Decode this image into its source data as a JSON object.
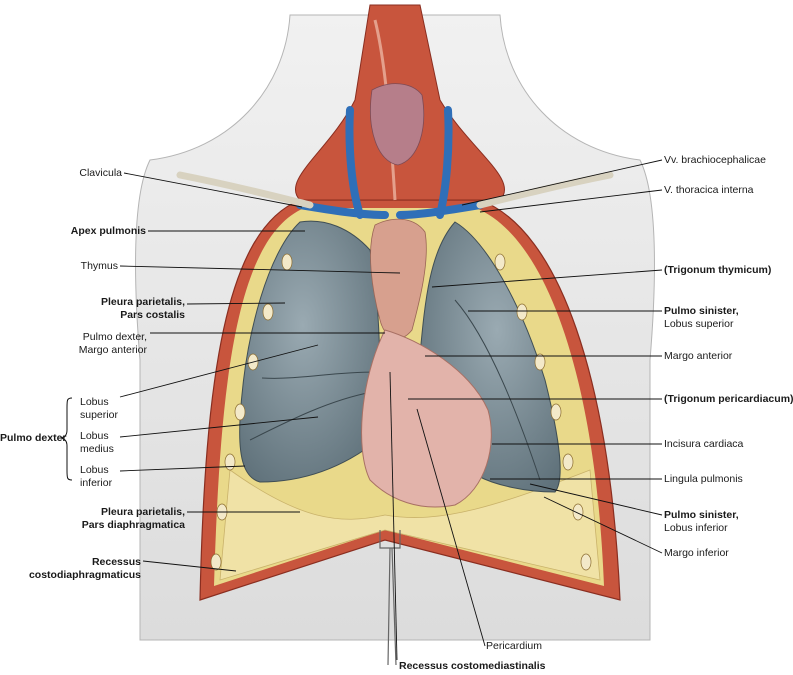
{
  "labels": {
    "clavicula": "Clavicula",
    "apex_pulmonis": "Apex pulmonis",
    "thymus": "Thymus",
    "pleura_costalis_1": "Pleura parietalis,",
    "pleura_costalis_2": "Pars costalis",
    "pulmo_dexter_margo_1": "Pulmo dexter,",
    "pulmo_dexter_margo_2": "Margo anterior",
    "lobus_superior_1": "Lobus",
    "lobus_superior_2": "superior",
    "lobus_medius_1": "Lobus",
    "lobus_medius_2": "medius",
    "lobus_inferior_1": "Lobus",
    "lobus_inferior_2": "inferior",
    "pulmo_dexter": "Pulmo dexter",
    "pleura_diaphragmatica_1": "Pleura parietalis,",
    "pleura_diaphragmatica_2": "Pars diaphragmatica",
    "recessus_costodiaphragmaticus_1": "Recessus",
    "recessus_costodiaphragmaticus_2": "costodiaphragmaticus",
    "vv_brachiocephalicae": "Vv. brachiocephalicae",
    "v_thoracica_interna": "V. thoracica interna",
    "trigonum_thymicum": "(Trigonum thymicum)",
    "pulmo_sinister_superior_1": "Pulmo sinister,",
    "pulmo_sinister_superior_2": "Lobus superior",
    "margo_anterior": "Margo anterior",
    "trigonum_pericardiacum": "(Trigonum pericardiacum)",
    "incisura_cardiaca": "Incisura cardiaca",
    "lingula_pulmonis": "Lingula pulmonis",
    "pulmo_sinister_inferior_1": "Pulmo sinister,",
    "pulmo_sinister_inferior_2": "Lobus inferior",
    "margo_inferior": "Margo inferior",
    "pericardium": "Pericardium",
    "recessus_costomediastinalis": "Recessus costomediastinalis"
  },
  "colors": {
    "skin": "#eeeeee",
    "lung": "#7d8f97",
    "pleura_yellow": "#e9d98a",
    "muscle_red": "#c8553d",
    "vein_blue": "#2f6fb8",
    "pericardium": "#e2b3aa",
    "thymus": "#d7a08e"
  }
}
